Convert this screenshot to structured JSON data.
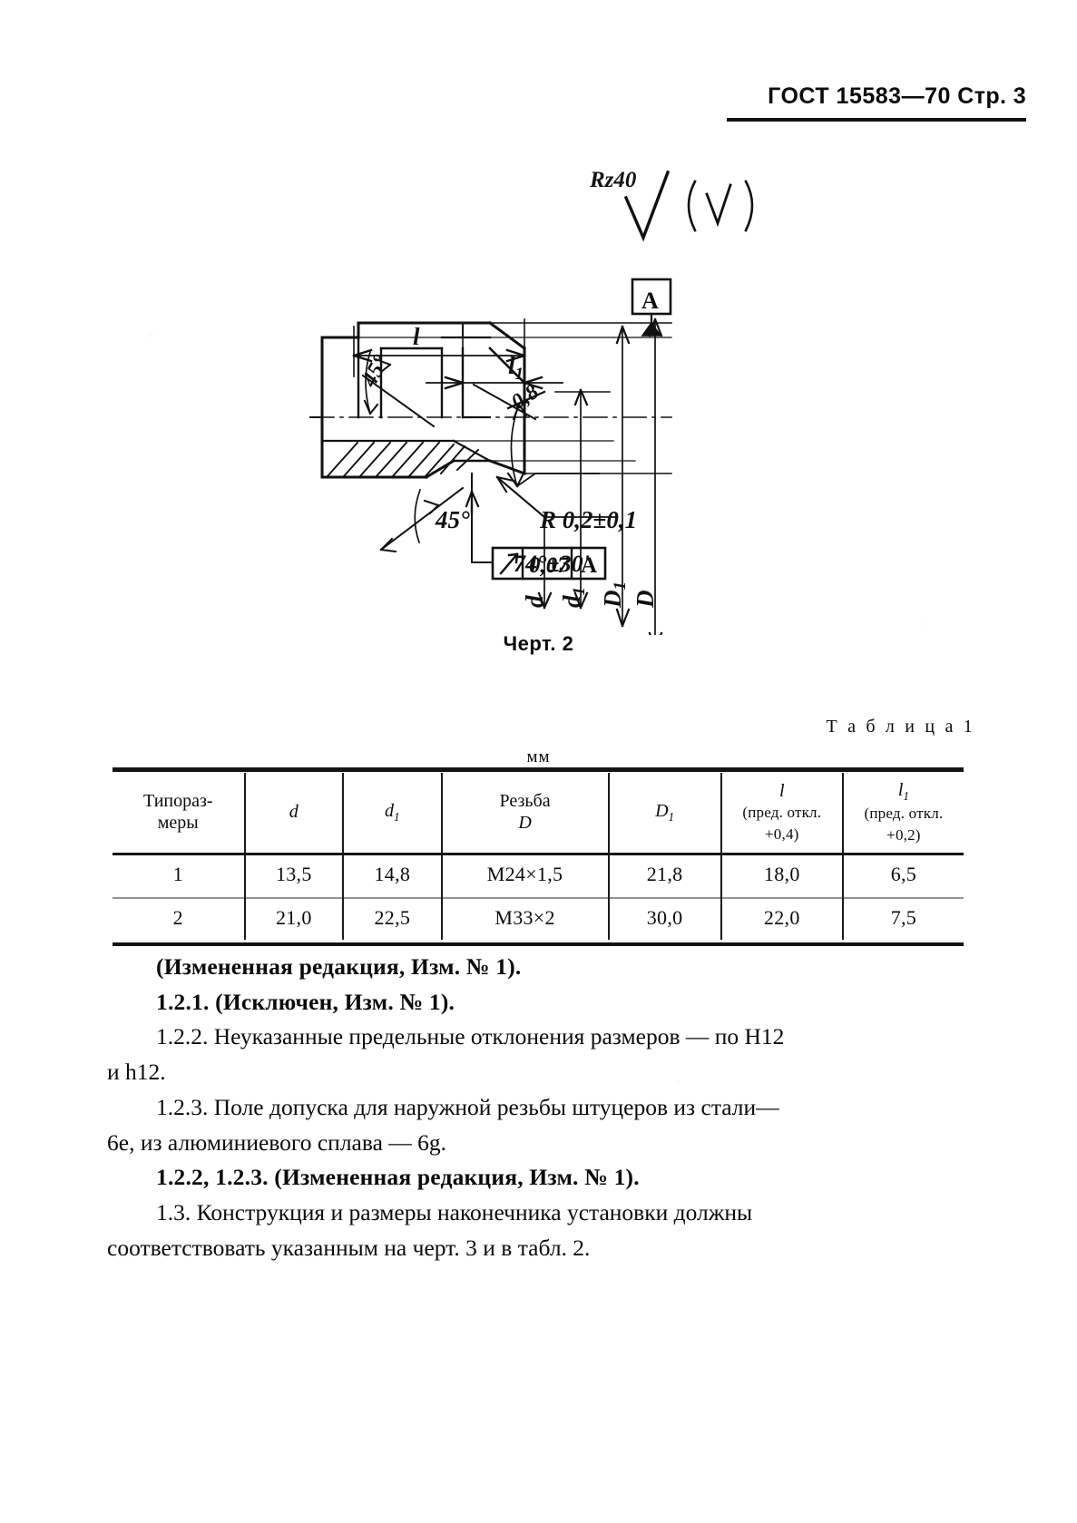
{
  "header": {
    "standard": "ГОСТ 15583—70",
    "page_label": "Стр. 3"
  },
  "figure": {
    "caption": "Черт. 2",
    "roughness_symbol": "Rz40",
    "roughness_paren_open": "(",
    "roughness_paren_close": ")",
    "datum_letter": "A",
    "annotations": {
      "length_l": "l",
      "length_l1": "l1",
      "chamfer_top": "45°",
      "chamfer_bottom": "45°",
      "cone_angle": "74°±30'",
      "chamfer_small": "0,8",
      "dia_d": "d",
      "dia_d1": "d1",
      "dia_D1": "D1",
      "dia_D": "D",
      "radius": "R 0,2±0,1"
    },
    "tolerance_frame": {
      "symbol": "runout-arrow-icon",
      "value": "0,07",
      "datum": "A"
    }
  },
  "table": {
    "label": "Т а б л и ц а 1",
    "units": "мм",
    "headers": [
      {
        "main": "Типораз-",
        "main2": "меры",
        "sub": ""
      },
      {
        "main": "d",
        "main2": "",
        "sub": ""
      },
      {
        "main": "d1",
        "main2": "",
        "sub": ""
      },
      {
        "main": "Резьба",
        "main2": "D",
        "sub": ""
      },
      {
        "main": "D1",
        "main2": "",
        "sub": ""
      },
      {
        "main": "l",
        "main2": "(пред. откл.",
        "sub": "+0,4)"
      },
      {
        "main": "l1",
        "main2": "(пред. откл.",
        "sub": "+0,2)"
      }
    ],
    "rows": [
      [
        "1",
        "13,5",
        "14,8",
        "М24×1,5",
        "21,8",
        "18,0",
        "6,5"
      ],
      [
        "2",
        "21,0",
        "22,5",
        "М33×2",
        "30,0",
        "22,0",
        "7,5"
      ]
    ]
  },
  "body": {
    "l1": "(Измененная редакция, Изм. № 1).",
    "l2": "1.2.1. (Исключен, Изм. № 1).",
    "l3": "1.2.2. Неуказанные предельные отклонения размеров — по Н12",
    "l4": "и h12.",
    "l5": "1.2.3. Поле допуска для наружной резьбы штуцеров из стали—",
    "l6": "6е, из алюминиевого сплава — 6g.",
    "l7": "1.2.2, 1.2.3. (Измененная редакция, Изм. № 1).",
    "l8": "1.3. Конструкция и размеры наконечника установки   должны",
    "l9": "соответствовать указанным на черт. 3 и в табл. 2."
  }
}
